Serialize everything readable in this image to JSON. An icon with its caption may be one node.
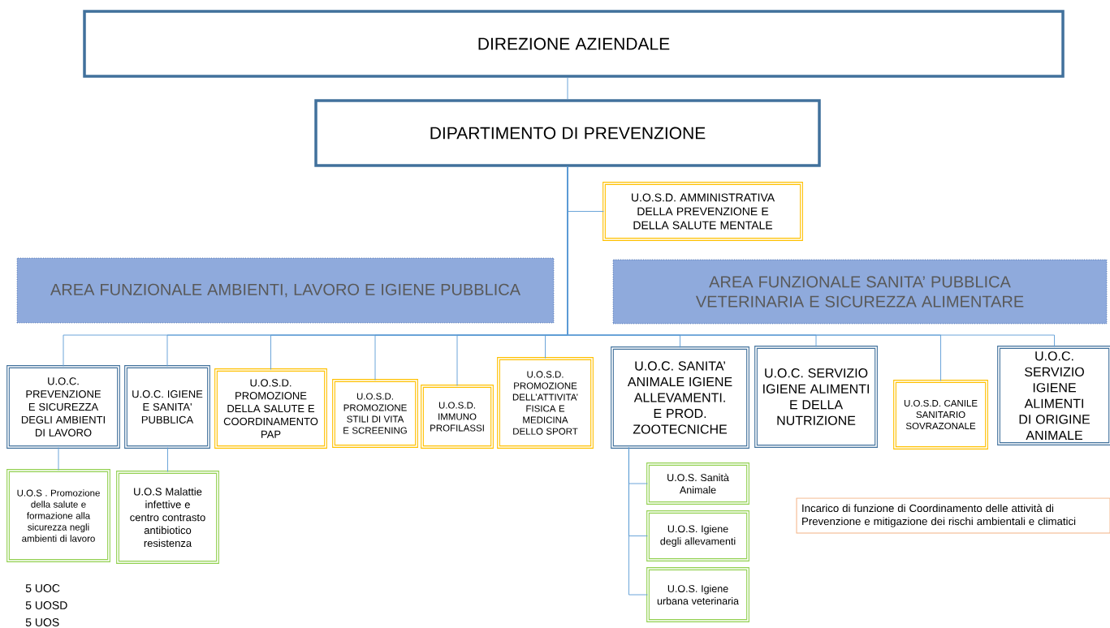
{
  "diagram": {
    "nodes": [
      {
        "text": [
          "DIREZIONE AZIENDALE"
        ]
      },
      {
        "text": [
          "DIPARTIMENTO DI PREVENZIONE"
        ]
      },
      {
        "text": [
          "U.O.S.D. AMMINISTRATIVA DELLA PREVENZIONE E DELLA SALUTE MENTALE"
        ]
      },
      {
        "text": [
          "AREA FUNZIONALE AMBIENTI, LAVORO E IGIENE PUBBLICA"
        ]
      },
      {
        "text": [
          "AREA FUNZIONALE SANITA’ PUBBLICA VETERINARIA E SICUREZZA ALIMENTARE"
        ]
      },
      {
        "text": [
          "U.O.C. PREVENZIONE E SICUREZZA DEGLI AMBIENTI DI LAVORO"
        ]
      },
      {
        "text": [
          "U.O.C. IGIENE E SANITA' PUBBLICA"
        ]
      },
      {
        "text": [
          "U.O.S.D. PROMOZIONE DELLA SALUTE E COORDINAMENTO PAP"
        ]
      },
      {
        "text": [
          "U.O.S.D. PROMOZIONE STILI DI VITA E SCREENING"
        ]
      },
      {
        "text": [
          "U.O.S.D. IMMUNO PROFILASSI"
        ]
      },
      {
        "text": [
          "U.O.S.D. PROMOZIONE DELL’ATTIVITA’ FISICA E MEDICINA DELLO SPORT"
        ]
      },
      {
        "text": [
          "U.O.C. SANITA’ ANIMALE IGIENE ALLEVAMENTI. E PROD. ZOOTECNICHE"
        ]
      },
      {
        "text": [
          "U.O.C. SERVIZIO IGIENE ALIMENTI E DELLA NUTRIZIONE"
        ]
      },
      {
        "text": [
          "U.O.S.D. CANILE SANITARIO SOVRAZONALE"
        ]
      },
      {
        "text": [
          "U.O.C. SERVIZIO IGIENE ALIMENTI DI ORIGINE ANIMALE"
        ]
      },
      {
        "text": [
          "U.O.S . Promozione della salute e formazione alla sicurezza negli ambienti di lavoro"
        ]
      },
      {
        "text": [
          "U.O.S Malattie infettive e centro contrasto antibiotico resistenza"
        ]
      },
      {
        "text": [
          "U.O.S. Sanità Animale"
        ]
      },
      {
        "text": [
          "U.O.S. Igiene degli allevamenti"
        ]
      },
      {
        "text": [
          "U.O.S. Igiene urbana veterinaria"
        ]
      },
      {
        "text": [
          "Incarico di funzione di Coordinamento delle attività di Prevenzione e mitigazione dei rischi ambientali e climatici"
        ]
      }
    ],
    "edges": [
      {
        "from": 0,
        "to": 1,
        "arrow": "none"
      },
      {
        "from": 1,
        "to": 2,
        "arrow": "none"
      },
      {
        "from": 1,
        "to": 5,
        "arrow": "none"
      },
      {
        "from": 1,
        "to": 6,
        "arrow": "none"
      },
      {
        "from": 1,
        "to": 7,
        "arrow": "none"
      },
      {
        "from": 1,
        "to": 8,
        "arrow": "none"
      },
      {
        "from": 1,
        "to": 9,
        "arrow": "none"
      },
      {
        "from": 1,
        "to": 10,
        "arrow": "none"
      },
      {
        "from": 1,
        "to": 11,
        "arrow": "none"
      },
      {
        "from": 1,
        "to": 12,
        "arrow": "none"
      },
      {
        "from": 1,
        "to": 13,
        "arrow": "none"
      },
      {
        "from": 1,
        "to": 14,
        "arrow": "none"
      },
      {
        "from": 5,
        "to": 15,
        "arrow": "none"
      },
      {
        "from": 6,
        "to": 16,
        "arrow": "none"
      },
      {
        "from": 11,
        "to": 17,
        "arrow": "none"
      },
      {
        "from": 11,
        "to": 18,
        "arrow": "none"
      },
      {
        "from": 11,
        "to": 19,
        "arrow": "none"
      }
    ],
    "labels": [
      "5 UOC",
      "5 UOSD",
      "5 UOS"
    ]
  }
}
